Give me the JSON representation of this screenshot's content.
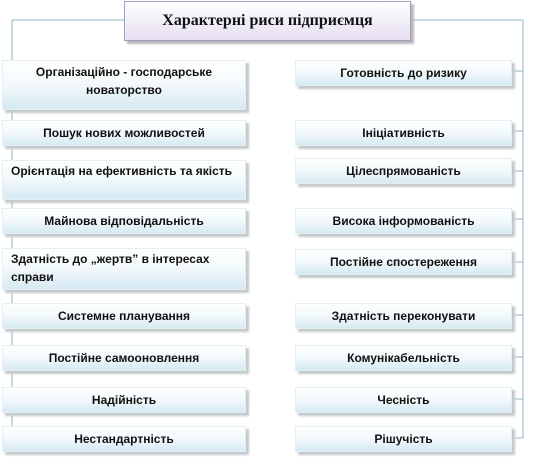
{
  "title": "Характерні риси підприємця",
  "left": [
    "Організаційно - господарське новаторство",
    "Пошук нових можливостей",
    "Орієнтація на ефективність та якість",
    "Майнова відповідальність",
    "Здатність до „жертв” в інтересах справи",
    "Системне планування",
    "Постійне самооновлення",
    "Надійність",
    "Нестандартність"
  ],
  "right": [
    "Готовність до ризику",
    "Ініціативність",
    "Цілеспрямованість",
    "Висока інформованість",
    "Постійне спостереження",
    "Здатність переконувати",
    "Комунікабельність",
    "Чесність",
    "Рішучість"
  ],
  "colors": {
    "connector": "#8fb4c4",
    "title_fill": "#e6dff1",
    "box_fill": "#d6eaf3"
  }
}
